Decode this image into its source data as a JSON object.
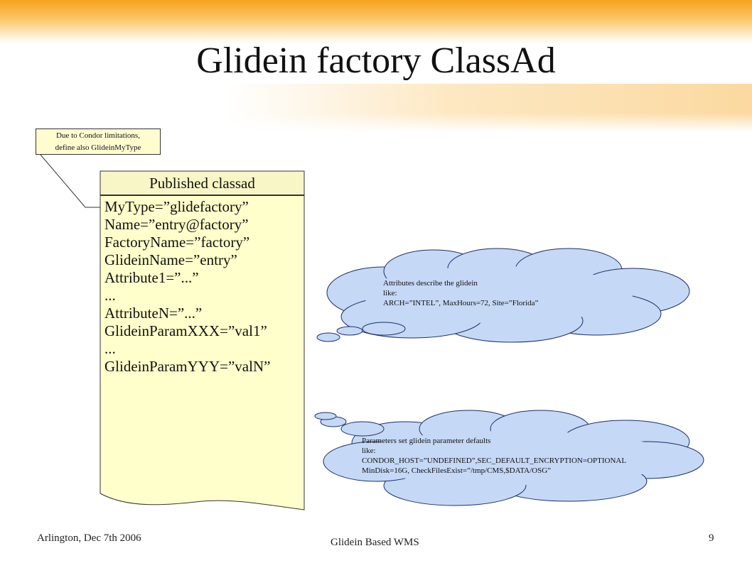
{
  "slide": {
    "title": "Glidein factory ClassAd"
  },
  "note": {
    "line1": "Due to Condor limitations,",
    "line2": "define also GlideinMyType"
  },
  "classad": {
    "header": "Published classad",
    "lines": [
      "MyType=”glidefactory”",
      "Name=”entry@factory”",
      "FactoryName=”factory”",
      "GlideinName=”entry”",
      "Attribute1=”...”",
      "...",
      "AttributeN=”...”",
      "GlideinParamXXX=”val1”",
      "...",
      "GlideinParamYYY=”valN”"
    ]
  },
  "cloud_attributes": {
    "line1": "Attributes describe the glidein",
    "line2": "like:",
    "line3": "ARCH=”INTEL”, MaxHours=72, Site=”Florida”"
  },
  "cloud_params": {
    "line1": "Parameters set glidein parameter defaults",
    "line2": "like:",
    "line3": "CONDOR_HOST=”UNDEFINED”,SEC_DEFAULT_ENCRYPTION=OPTIONAL",
    "line4": "MinDisk=16G, CheckFilesExist=”/tmp/CMS,$DATA/OSG”"
  },
  "footer": {
    "left": "Arlington, Dec 7th 2006",
    "center": "Glidein Based WMS",
    "page": "9"
  },
  "colors": {
    "accent_orange": "#f6a21f",
    "note_fill": "#fffdd0",
    "classad_fill": "#ffffcc",
    "cloud_fill": "#c5d8f5",
    "cloud_stroke": "#1c2f6b"
  }
}
